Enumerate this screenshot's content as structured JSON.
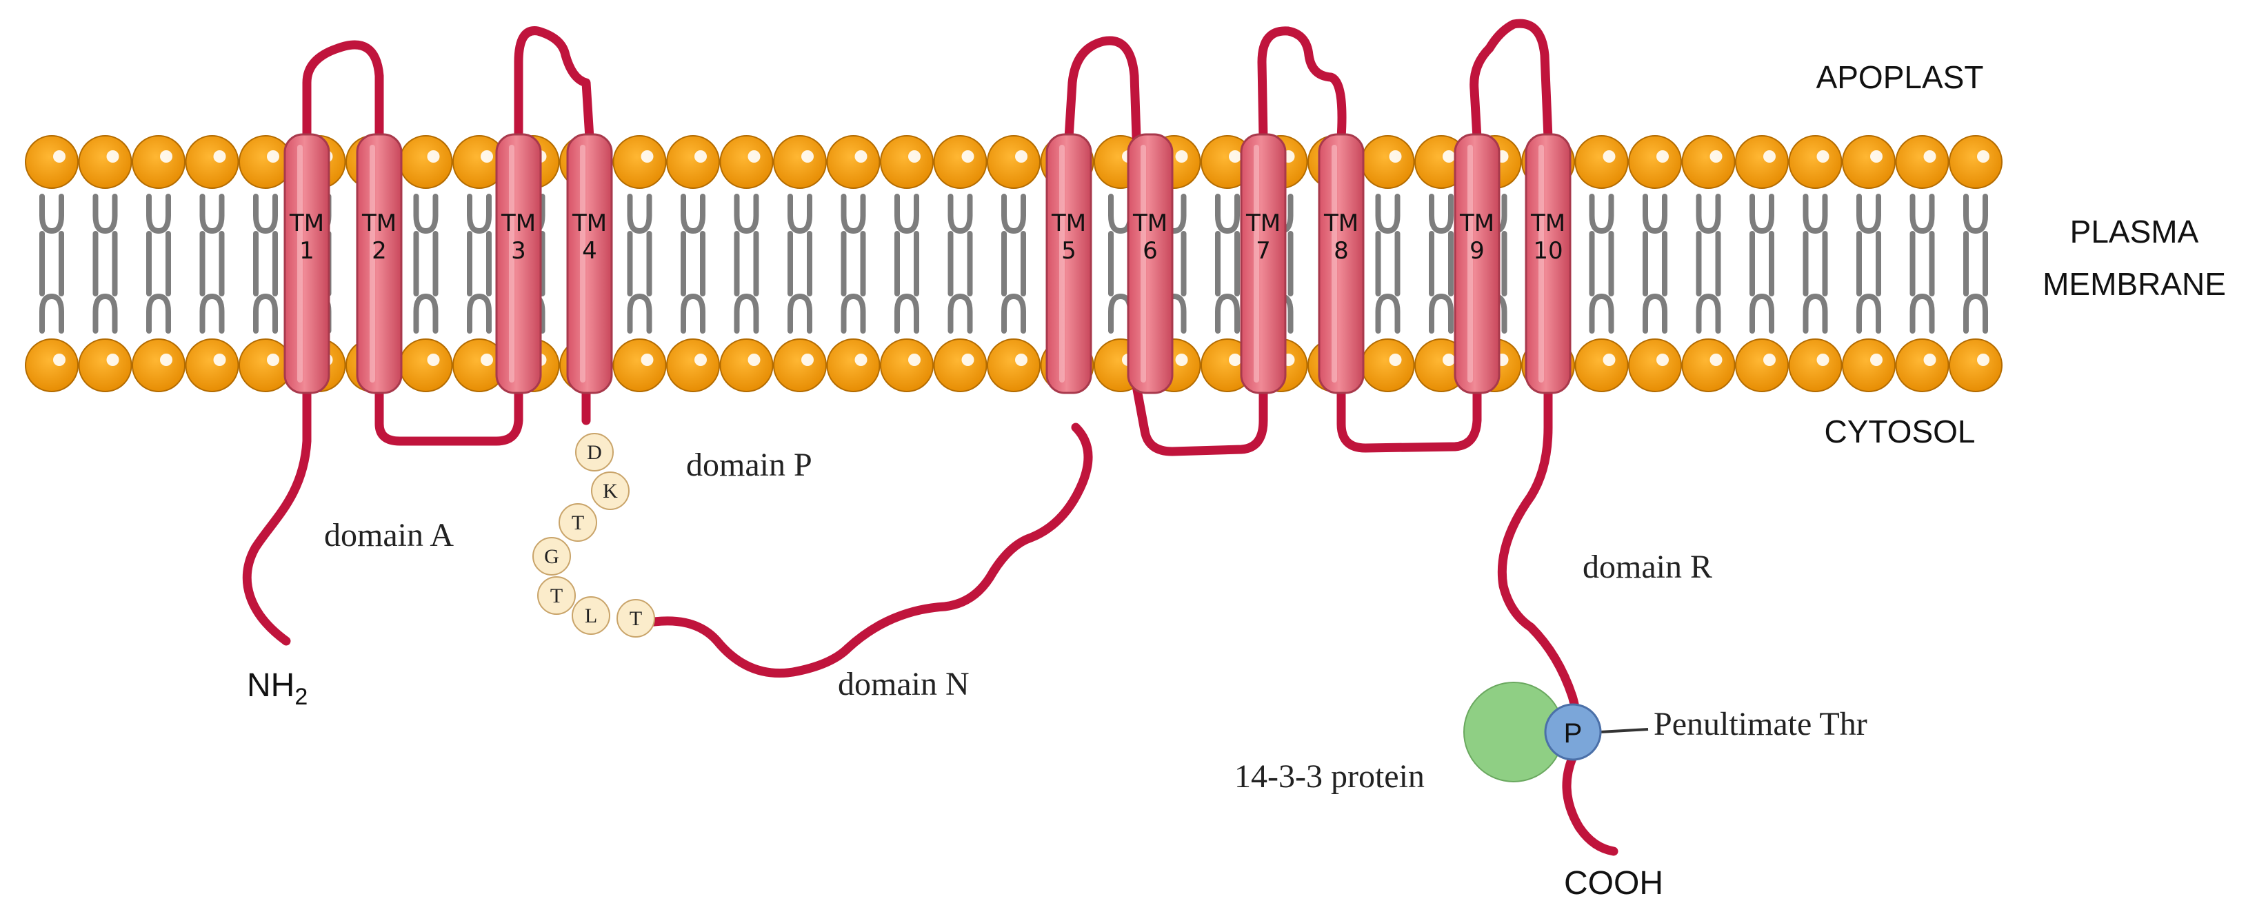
{
  "regions": {
    "apoplast": "APOPLAST",
    "plasma_line1": "PLASMA",
    "plasma_line2": "MEMBRANE",
    "cytosol": "CYTOSOL"
  },
  "helices": [
    {
      "prefix": "TM",
      "number": "1"
    },
    {
      "prefix": "TM",
      "number": "2"
    },
    {
      "prefix": "TM",
      "number": "3"
    },
    {
      "prefix": "TM",
      "number": "4"
    },
    {
      "prefix": "TM",
      "number": "5"
    },
    {
      "prefix": "TM",
      "number": "6"
    },
    {
      "prefix": "TM",
      "number": "7"
    },
    {
      "prefix": "TM",
      "number": "8"
    },
    {
      "prefix": "TM",
      "number": "9"
    },
    {
      "prefix": "TM",
      "number": "10"
    }
  ],
  "motif_residues": [
    "D",
    "K",
    "T",
    "G",
    "T",
    "L",
    "T"
  ],
  "domains": {
    "a": "domain A",
    "p": "domain P",
    "n": "domain N",
    "r": "domain R"
  },
  "termini": {
    "n_main": "NH",
    "n_sub": "2",
    "c": "COOH"
  },
  "regulation": {
    "protein": "14-3-3 protein",
    "phospho": "P",
    "thr": "Penultimate Thr"
  },
  "colors": {
    "lipid_head": "#f39c12",
    "helix": "#e8717f",
    "chain": "#c0143c",
    "residue": "#fbeccb",
    "protein_14_3_3": "#8fcf84",
    "phospho": "#7ba6d9"
  }
}
